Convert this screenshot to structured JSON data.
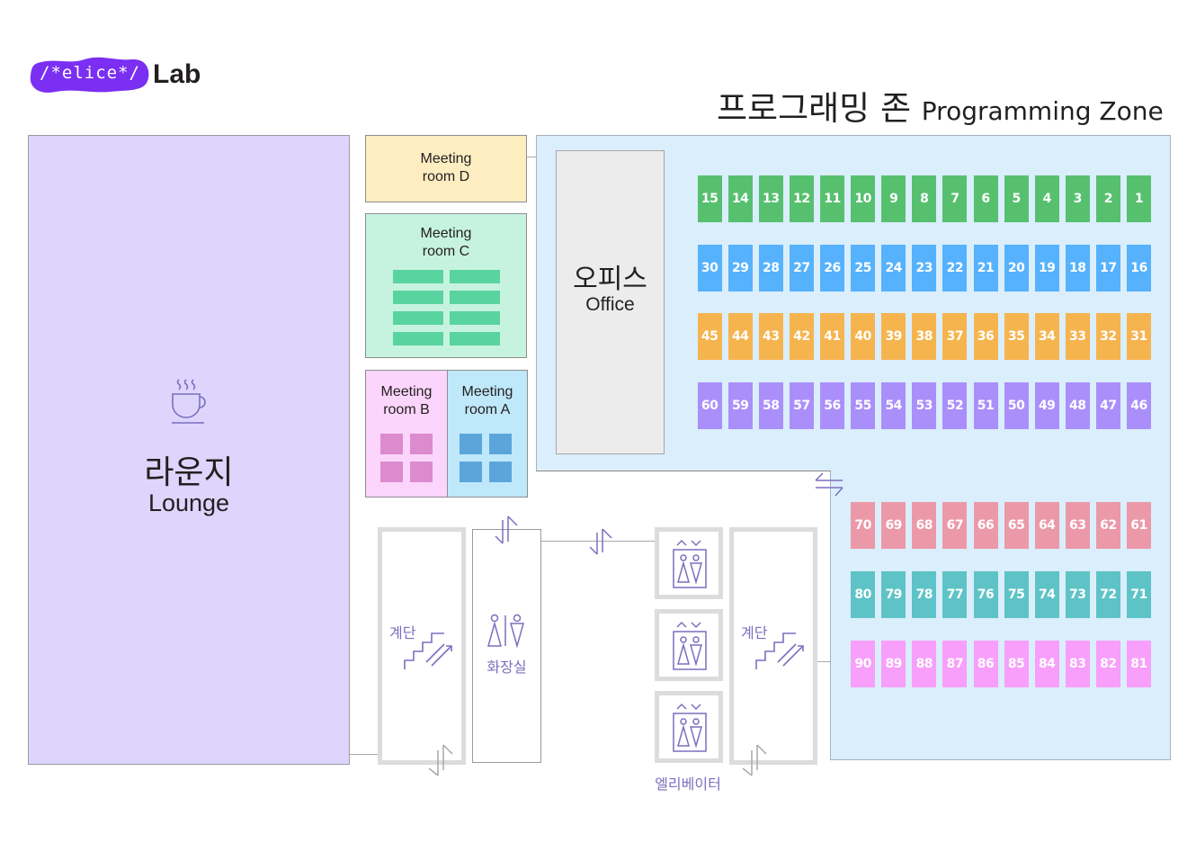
{
  "logo": {
    "mark": "/*elice*/",
    "suffix": "Lab",
    "brand_color": "#7b2ff2"
  },
  "zone_title": {
    "ko": "프로그래밍 존",
    "en": "Programming Zone"
  },
  "lounge": {
    "ko": "라운지",
    "en": "Lounge",
    "icon": "coffee-cup-icon"
  },
  "meeting_rooms": {
    "d": {
      "line1": "Meeting",
      "line2": "room D"
    },
    "c": {
      "line1": "Meeting",
      "line2": "room C"
    },
    "b": {
      "line1": "Meeting",
      "line2": "room B"
    },
    "a": {
      "line1": "Meeting",
      "line2": "room A"
    }
  },
  "office": {
    "ko": "오피스",
    "en": "Office"
  },
  "stairs_left": {
    "label": "계단",
    "icon": "stairs-icon"
  },
  "stairs_right": {
    "label": "계단",
    "icon": "stairs-icon"
  },
  "restroom": {
    "label": "화장실",
    "icon": "restroom-icon"
  },
  "elevators": {
    "label": "엘리베이터",
    "count": 3,
    "icon": "elevator-icon"
  },
  "desk_rows": [
    {
      "color": "#57c06f",
      "seats": [
        "15",
        "14",
        "13",
        "12",
        "11",
        "10",
        "9",
        "8",
        "7",
        "6",
        "5",
        "4",
        "3",
        "2",
        "1"
      ]
    },
    {
      "color": "#56b2fc",
      "seats": [
        "30",
        "29",
        "28",
        "27",
        "26",
        "25",
        "24",
        "23",
        "22",
        "21",
        "20",
        "19",
        "18",
        "17",
        "16"
      ]
    },
    {
      "color": "#f6b44f",
      "seats": [
        "45",
        "44",
        "43",
        "42",
        "41",
        "40",
        "39",
        "38",
        "37",
        "36",
        "35",
        "34",
        "33",
        "32",
        "31"
      ]
    },
    {
      "color": "#aa8ffa",
      "seats": [
        "60",
        "59",
        "58",
        "57",
        "56",
        "55",
        "54",
        "53",
        "52",
        "51",
        "50",
        "49",
        "48",
        "47",
        "46"
      ]
    },
    {
      "color": "#eb99a9",
      "seats": [
        "70",
        "69",
        "68",
        "67",
        "66",
        "65",
        "64",
        "63",
        "62",
        "61"
      ]
    },
    {
      "color": "#5ec3c6",
      "seats": [
        "80",
        "79",
        "78",
        "77",
        "76",
        "75",
        "74",
        "73",
        "72",
        "71"
      ]
    },
    {
      "color": "#f79ffb",
      "seats": [
        "90",
        "89",
        "88",
        "87",
        "86",
        "85",
        "84",
        "83",
        "82",
        "81"
      ]
    }
  ]
}
